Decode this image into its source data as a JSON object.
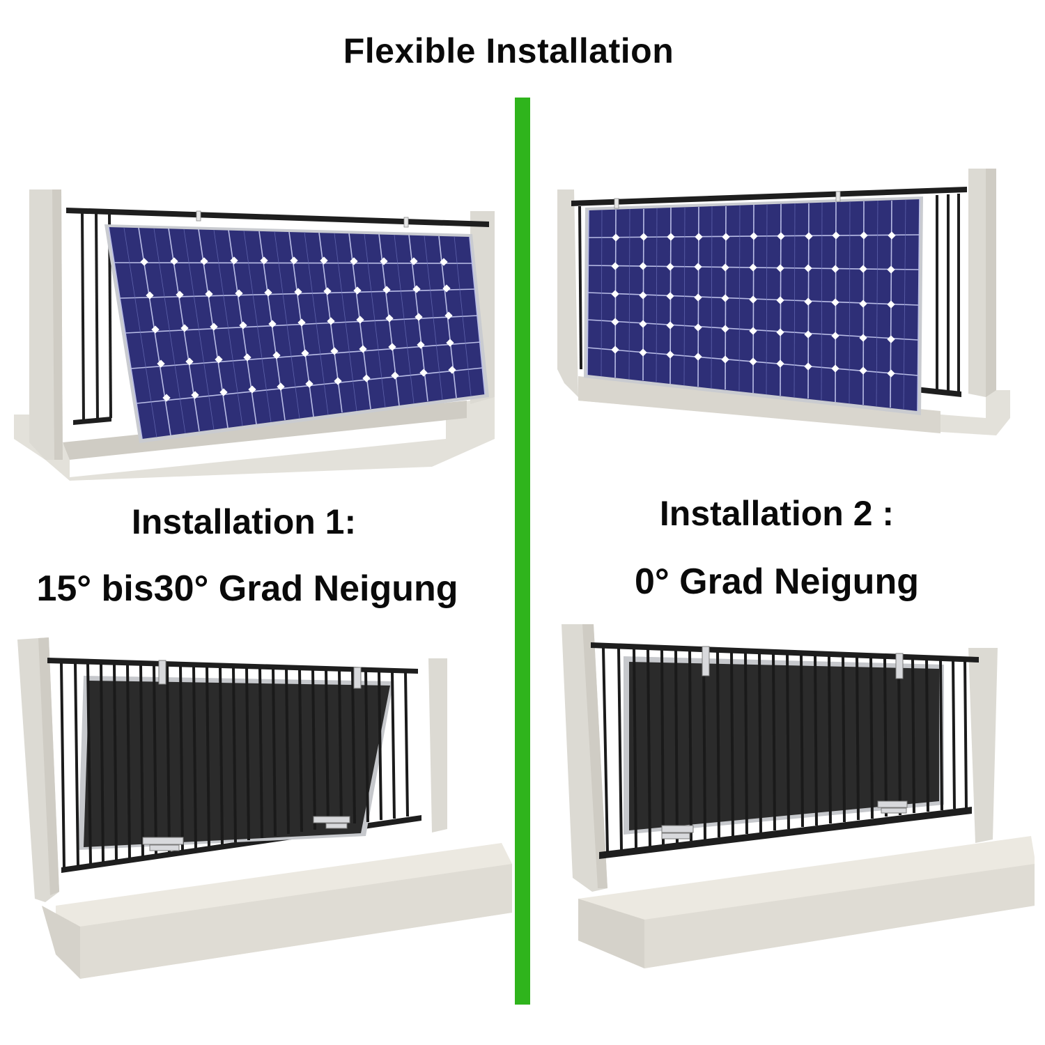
{
  "header": {
    "title": "Flexible Installation"
  },
  "divider": {
    "color": "#2fb41c"
  },
  "left": {
    "label_line1": "Installation 1:",
    "label_line2": "15° bis30° Grad Neigung",
    "top_scene": "tilted-solar-panel-front-view",
    "bottom_scene": "tilted-solar-panel-rear-view"
  },
  "right": {
    "label_line1": "Installation 2 :",
    "label_line2": "0° Grad Neigung",
    "top_scene": "vertical-solar-panel-front-view",
    "bottom_scene": "vertical-solar-panel-rear-view"
  },
  "colors": {
    "cell_blue": "#2e2f77",
    "cell_line": "#b9bde6",
    "concrete": "#dcdad3",
    "concrete_dark": "#cfccc4",
    "floor": "#ece9e1",
    "rail": "#1e1e1e",
    "panel_back": "#2b2b2b",
    "frame": "#c9cbd0"
  }
}
